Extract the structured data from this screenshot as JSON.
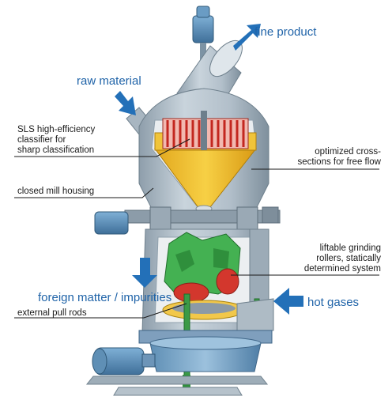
{
  "labels": {
    "fine_product": "fine product",
    "raw_material": "raw material",
    "classifier": [
      "SLS high-efficiency",
      "classifier for",
      "sharp classification"
    ],
    "cross_sections": [
      "optimized cross-",
      "sections for free flow"
    ],
    "mill_housing": "closed mill housing",
    "grinding_rollers": [
      "liftable grinding",
      "rollers, statically",
      "determined system"
    ],
    "foreign_matter": "foreign matter / impurities",
    "hot_gases": "hot gases",
    "pull_rods": "external pull rods"
  },
  "colors": {
    "housing": "#b9c6d0",
    "housing_dark": "#8a9aa7",
    "classifier_cone": "#f3c12e",
    "rotor": "#d8352b",
    "rollers": "#3aa84a",
    "flow_arrow": "#2370b8",
    "motor": "#5c8fb8",
    "label_blue": "#1f63a8"
  }
}
